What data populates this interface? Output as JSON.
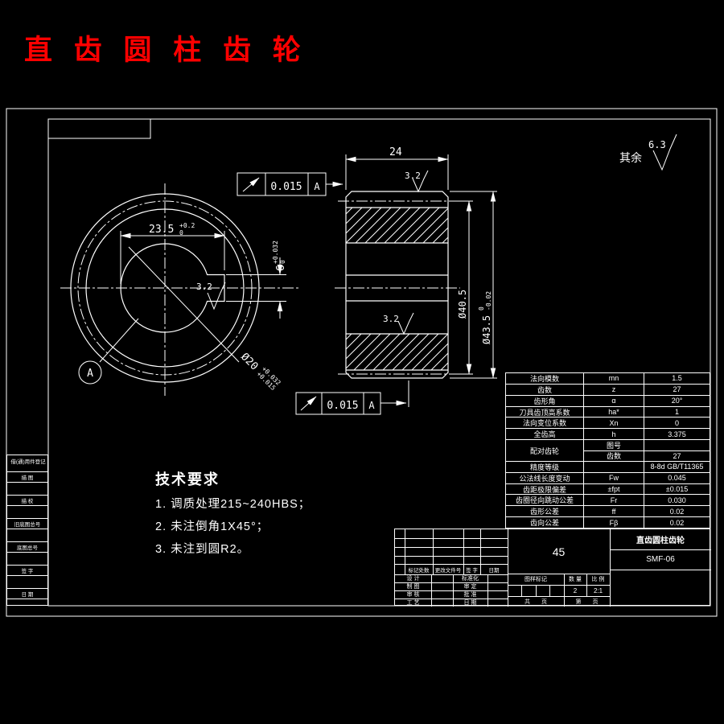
{
  "title": {
    "text": "直 齿 圆 柱 齿 轮"
  },
  "colors": {
    "background": "#000000",
    "line": "#ffffff",
    "accent": "#ff0000"
  },
  "surface_note": {
    "prefix": "其余",
    "value": "6.3"
  },
  "front_view": {
    "dim_keyway": {
      "nominal": "23.5",
      "upper": "+0.2",
      "lower": "0"
    },
    "dim_slot": {
      "nominal": "6",
      "upper": "+0.032",
      "lower": "0"
    },
    "dim_bore": {
      "nominal": "Ø20",
      "upper": "+0.032",
      "lower": "+0.015"
    },
    "roughness_keyway": "3.2",
    "datum": "A"
  },
  "section_view": {
    "dim_width": "24",
    "roughness_top": "3.2",
    "roughness_bore": "3.2",
    "dim_pitch": "Ø40.5",
    "dim_od": {
      "nominal": "Ø43.5",
      "upper": "0",
      "lower": "-0.02"
    },
    "runout_top": {
      "tol": "0.015",
      "datum": "A"
    },
    "runout_bottom": {
      "tol": "0.015",
      "datum": "A"
    }
  },
  "tech_req": {
    "title": "技术要求",
    "items": [
      "1. 调质处理215~240HBS；",
      "2. 未注倒角1X45°；",
      "3. 未注到圆R2。"
    ]
  },
  "param_table": {
    "rows": [
      {
        "label": "法向模数",
        "symbol": "mn",
        "value": "1.5"
      },
      {
        "label": "齿数",
        "symbol": "z",
        "value": "27"
      },
      {
        "label": "齿形角",
        "symbol": "α",
        "value": "20°"
      },
      {
        "label": "刀具齿顶高系数",
        "symbol": "ha*",
        "value": "1"
      },
      {
        "label": "法向变位系数",
        "symbol": "Xn",
        "value": "0"
      },
      {
        "label": "全齿高",
        "symbol": "h",
        "value": "3.375"
      },
      {
        "label": "配对齿轮",
        "symbol": "图号",
        "value": ""
      },
      {
        "label": "",
        "symbol": "齿数",
        "value": "27"
      },
      {
        "label": "精度等级",
        "symbol": "",
        "value": "8-8d GB/T11365"
      },
      {
        "label": "公法线长度变动",
        "symbol": "Fw",
        "value": "0.045"
      },
      {
        "label": "齿距极限偏差",
        "symbol": "±fpt",
        "value": "±0.015"
      },
      {
        "label": "齿圈径向跳动公差",
        "symbol": "Fr",
        "value": "0.030"
      },
      {
        "label": "齿形公差",
        "symbol": "ff",
        "value": "0.02"
      },
      {
        "label": "齿向公差",
        "symbol": "Fβ",
        "value": "0.02"
      }
    ]
  },
  "title_block": {
    "material": "45",
    "part_name": "直齿圆柱齿轮",
    "drawing_no": "SMF-06",
    "rev_header": [
      "标记处数",
      "更改文件号",
      "签 字",
      "日期"
    ],
    "roles": [
      {
        "left": "设 计",
        "right": "标准化"
      },
      {
        "left": "制 图",
        "right": "审 定"
      },
      {
        "left": "审 核",
        "right": "批 准"
      },
      {
        "left": "工 艺",
        "right": "日 期"
      }
    ],
    "mark_label": "图样标记",
    "qty_label": "数 量",
    "scale_label": "比 例",
    "qty": "2",
    "scale": "2:1",
    "pages_left": "共　　页",
    "pages_right": "第　　页"
  },
  "left_block": {
    "header": "借(通)用件登记",
    "rows": [
      "描 图",
      "描 校",
      "旧底图总号",
      "底图总号",
      "签 字",
      "日 期"
    ]
  }
}
